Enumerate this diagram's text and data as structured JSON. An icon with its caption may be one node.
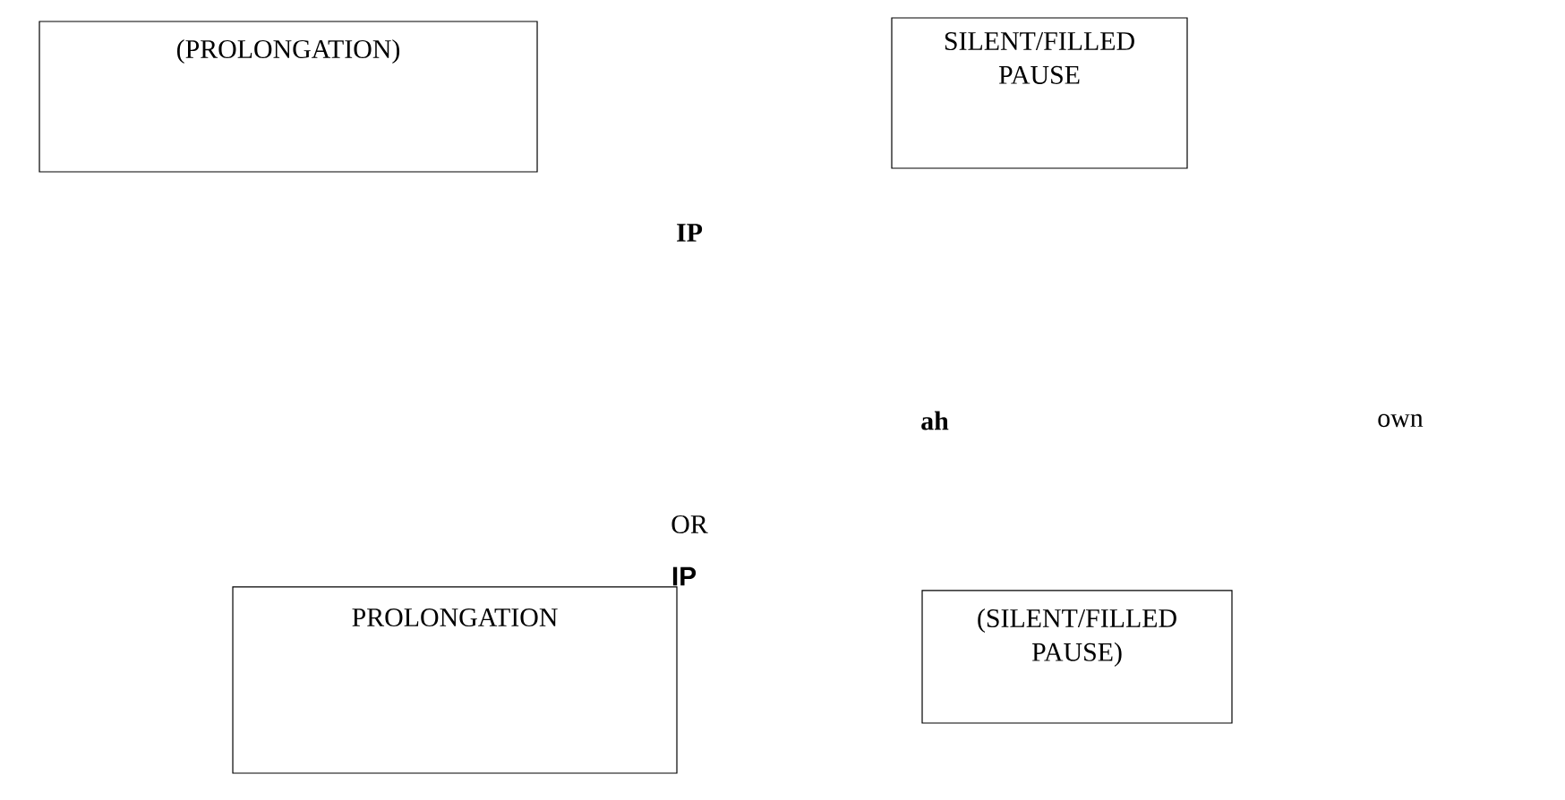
{
  "diagram": {
    "nodes": [
      {
        "text": [
          "(PROLONGATION)"
        ]
      },
      {
        "text": [
          "SILENT/FILLED PAUSE"
        ]
      },
      {
        "text": [
          "PROLONGATION"
        ]
      },
      {
        "text": [
          "(SILENT/FILLED PAUSE)"
        ]
      }
    ],
    "labels": [
      "IP",
      "ah",
      "own",
      "OR",
      "IP"
    ]
  }
}
